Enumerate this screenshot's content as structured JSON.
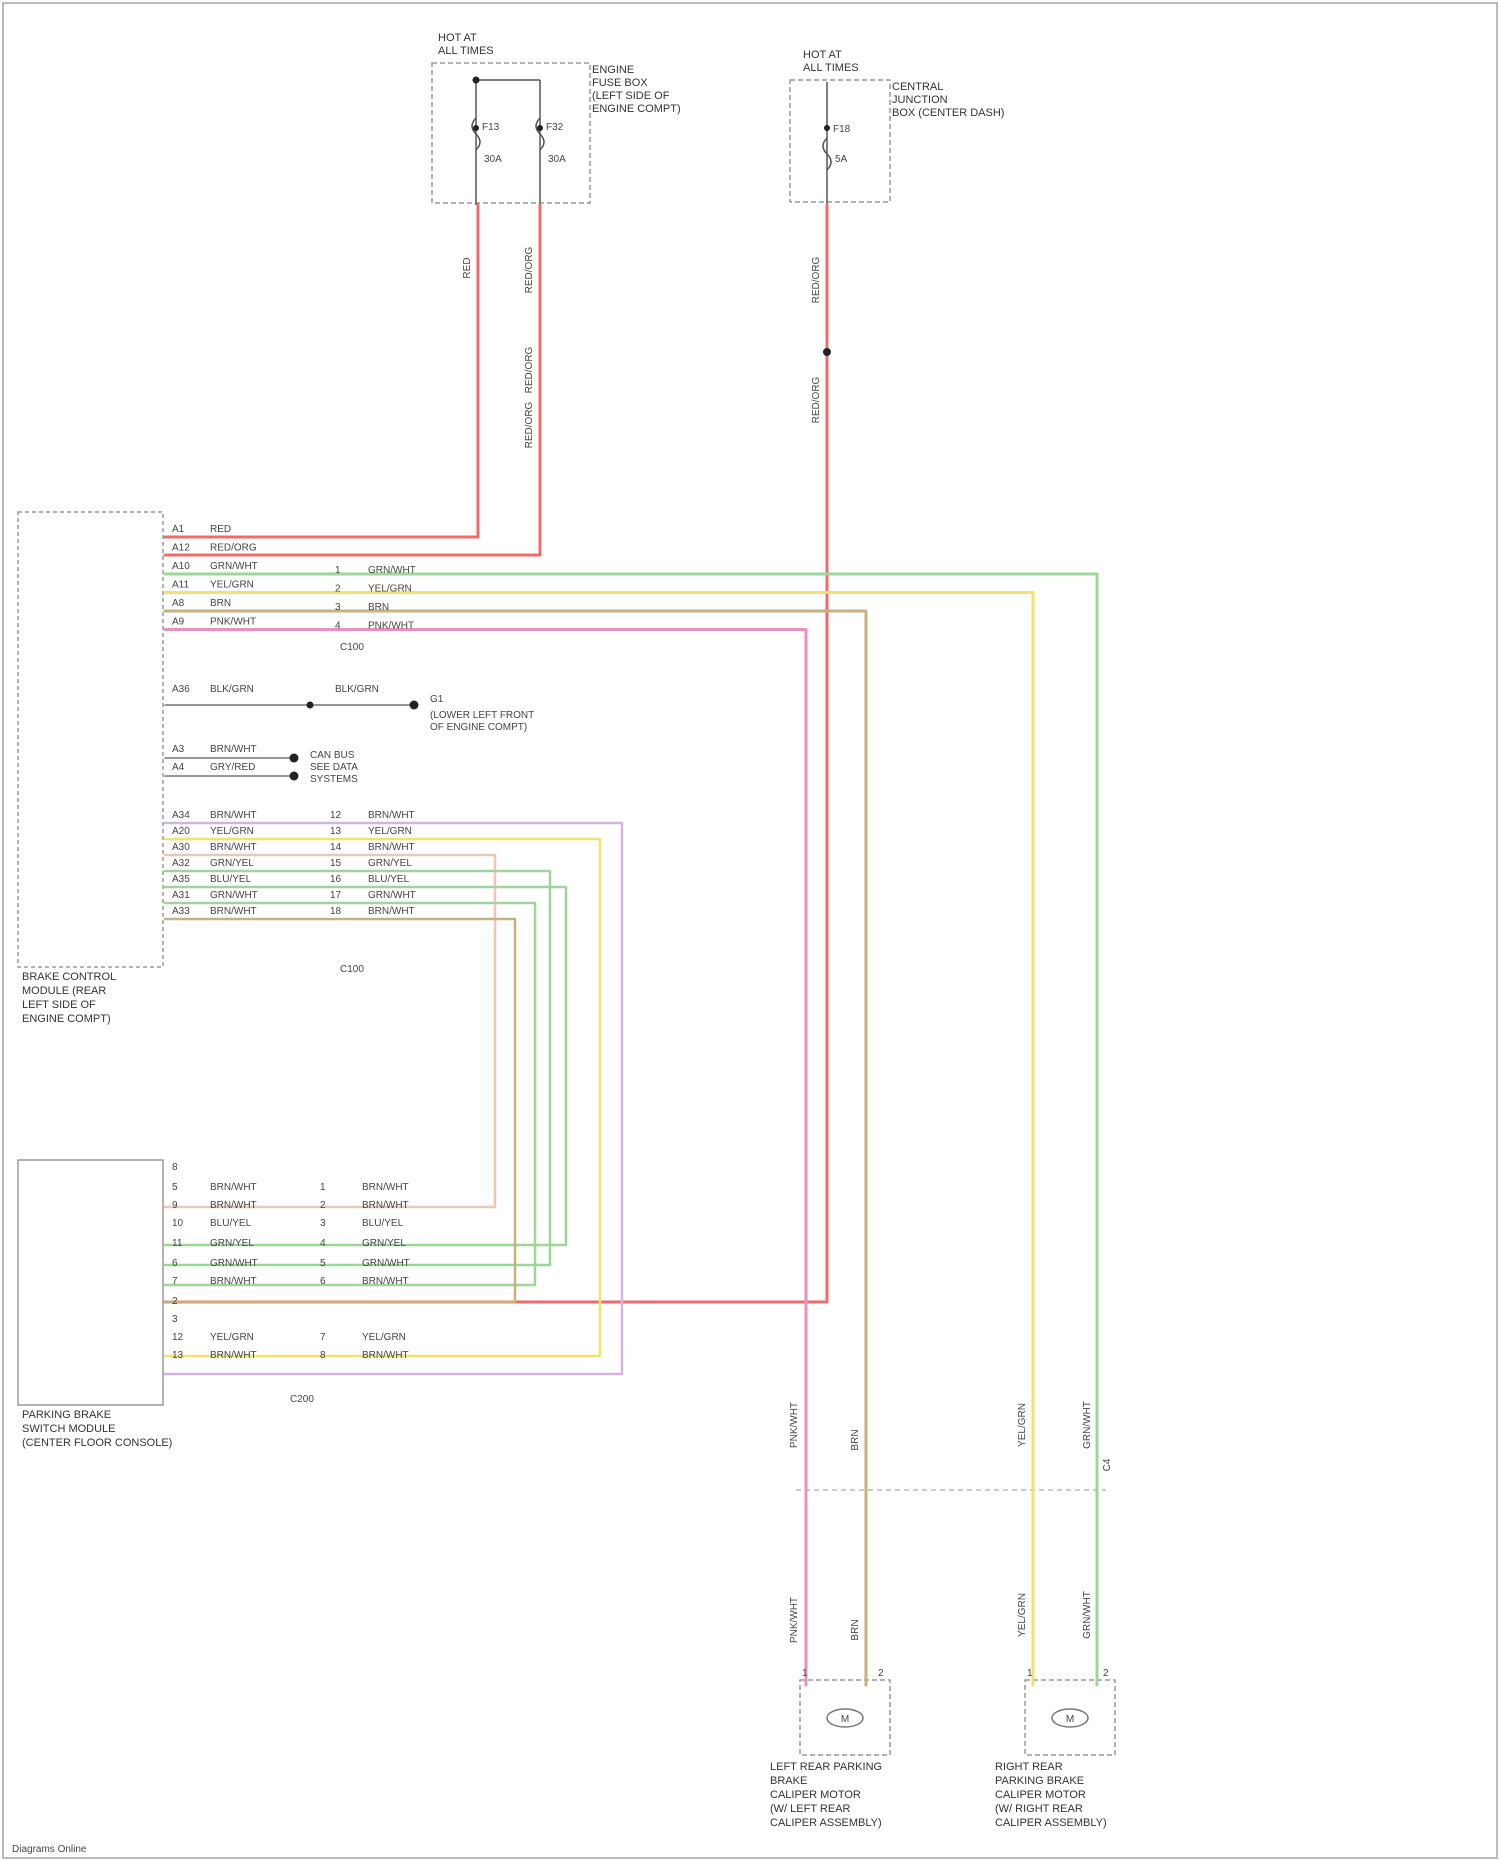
{
  "colors": {
    "red": "#ef6b6b",
    "pink": "#ea8fc0",
    "green": "#9ed69a",
    "yellow": "#f1e36b",
    "tan": "#c7b27e",
    "violet": "#d6b2df",
    "peach": "#efc6b6",
    "box": "#9a9a9a"
  },
  "fuse_box_left": {
    "header": [
      "HOT AT",
      "ALL TIMES"
    ],
    "caption": [
      "ENGINE",
      "FUSE BOX",
      "(LEFT SIDE OF",
      "ENGINE COMPT)"
    ],
    "fuse_a": "F13",
    "fuse_b": "F32",
    "amp_a": "30A",
    "amp_b": "30A"
  },
  "fuse_box_right": {
    "header": [
      "HOT AT",
      "ALL TIMES"
    ],
    "caption": [
      "CENTRAL",
      "JUNCTION",
      "BOX (CENTER DASH)"
    ],
    "fuse": "F18",
    "amp": "5A"
  },
  "vertical_wire_labels": {
    "red_top": "RED",
    "red_orange_top": "RED/ORG",
    "red_orange_mid": "RED/ORG",
    "red_orange_low": "RED/ORG",
    "right_top": "RED/ORG",
    "right_low": "RED/ORG"
  },
  "brake_module": {
    "caption": [
      "BRAKE CONTROL",
      "MODULE (REAR",
      "LEFT SIDE OF",
      "ENGINE COMPT)"
    ],
    "top_group": [
      {
        "pin": "A1",
        "wire": "RED",
        "conn": "",
        "out": ""
      },
      {
        "pin": "A12",
        "wire": "RED/ORG",
        "conn": "",
        "out": ""
      },
      {
        "pin": "A10",
        "wire": "GRN/WHT",
        "conn": "1",
        "out": "GRN/WHT"
      },
      {
        "pin": "A11",
        "wire": "YEL/GRN",
        "conn": "2",
        "out": "YEL/GRN"
      },
      {
        "pin": "A8",
        "wire": "BRN",
        "conn": "3",
        "out": "BRN"
      },
      {
        "pin": "A9",
        "wire": "PNK/WHT",
        "conn": "4",
        "out": "PNK/WHT"
      }
    ],
    "top_conn": "C100",
    "ground": {
      "pin": "A36",
      "wire": "BLK/GRN",
      "mid": "BLK/GRN",
      "splice": "G1",
      "loc": [
        "(LOWER LEFT FRONT",
        "OF ENGINE COMPT)"
      ]
    },
    "can_group": [
      {
        "pin": "A3",
        "wire": "BRN/WHT"
      },
      {
        "pin": "A4",
        "wire": "GRY/RED"
      }
    ],
    "can_note": [
      "CAN BUS",
      "SEE DATA",
      "SYSTEMS"
    ],
    "bottom_group": [
      {
        "pin": "A34",
        "wire": "BRN/WHT",
        "conn": "12",
        "out": "BRN/WHT"
      },
      {
        "pin": "A20",
        "wire": "YEL/GRN",
        "conn": "13",
        "out": "YEL/GRN"
      },
      {
        "pin": "A30",
        "wire": "BRN/WHT",
        "conn": "14",
        "out": "BRN/WHT"
      },
      {
        "pin": "A32",
        "wire": "GRN/YEL",
        "conn": "15",
        "out": "GRN/YEL"
      },
      {
        "pin": "A35",
        "wire": "BLU/YEL",
        "conn": "16",
        "out": "BLU/YEL"
      },
      {
        "pin": "A31",
        "wire": "GRN/WHT",
        "conn": "17",
        "out": "GRN/WHT"
      },
      {
        "pin": "A33",
        "wire": "BRN/WHT",
        "conn": "18",
        "out": "BRN/WHT"
      }
    ],
    "bottom_conn": "C100"
  },
  "parking_module": {
    "caption": [
      "PARKING BRAKE",
      "SWITCH MODULE",
      "(CENTER FLOOR CONSOLE)"
    ],
    "pins": [
      {
        "pin": "8",
        "wire": "",
        "conn": "",
        "out": ""
      },
      {
        "pin": "5",
        "wire": "BRN/WHT",
        "conn": "1",
        "out": "BRN/WHT"
      },
      {
        "pin": "9",
        "wire": "BRN/WHT",
        "conn": "2",
        "out": "BRN/WHT"
      },
      {
        "pin": "10",
        "wire": "BLU/YEL",
        "conn": "3",
        "out": "BLU/YEL"
      },
      {
        "pin": "11",
        "wire": "GRN/YEL",
        "conn": "4",
        "out": "GRN/YEL"
      },
      {
        "pin": "6",
        "wire": "GRN/WHT",
        "conn": "5",
        "out": "GRN/WHT"
      },
      {
        "pin": "7",
        "wire": "BRN/WHT",
        "conn": "6",
        "out": "BRN/WHT"
      },
      {
        "pin": "2",
        "wire": "",
        "conn": "",
        "out": ""
      },
      {
        "pin": "3",
        "wire": "",
        "conn": "",
        "out": ""
      },
      {
        "pin": "12",
        "wire": "YEL/GRN",
        "conn": "7",
        "out": "YEL/GRN"
      },
      {
        "pin": "13",
        "wire": "BRN/WHT",
        "conn": "8",
        "out": "BRN/WHT"
      }
    ],
    "conn": "C200"
  },
  "rear_wire_labels": {
    "pink_upper": "PNK/WHT",
    "tan_upper": "BRN",
    "yellow_upper": "YEL/GRN",
    "green_upper": "GRN/WHT",
    "green_split": "C4",
    "pink_lower": "PNK/WHT",
    "tan_lower": "BRN",
    "yellow_lower": "YEL/GRN",
    "green_lower": "GRN/WHT"
  },
  "motor_left": {
    "caption": [
      "LEFT REAR PARKING",
      "BRAKE",
      "CALIPER MOTOR",
      "(W/ LEFT REAR",
      "CALIPER ASSEMBLY)"
    ],
    "pin_a": "1",
    "pin_b": "2",
    "symbol": "M"
  },
  "motor_right": {
    "caption": [
      "RIGHT REAR",
      "PARKING BRAKE",
      "CALIPER MOTOR",
      "(W/ RIGHT REAR",
      "CALIPER ASSEMBLY)"
    ],
    "pin_a": "1",
    "pin_b": "2",
    "symbol": "M"
  },
  "watermark": "Diagrams Online"
}
